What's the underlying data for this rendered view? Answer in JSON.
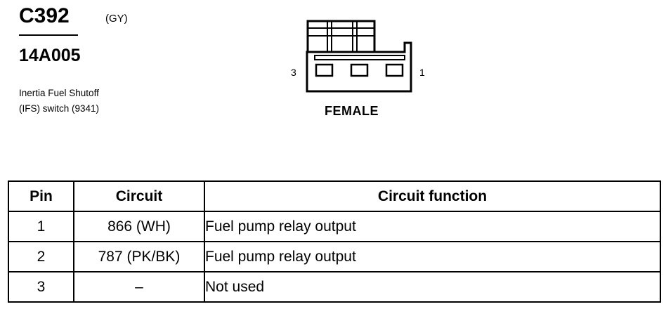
{
  "connector": {
    "id": "C392",
    "color_code": "(GY)",
    "part_number": "14A005",
    "description_line1": "Inertia Fuel Shutoff",
    "description_line2": "(IFS) switch (9341)"
  },
  "diagram": {
    "left_pin_label": "3",
    "right_pin_label": "1",
    "gender": "FEMALE"
  },
  "table": {
    "headers": [
      "Pin",
      "Circuit",
      "Circuit function"
    ],
    "rows": [
      {
        "pin": "1",
        "circuit": "866 (WH)",
        "function": "Fuel pump relay output"
      },
      {
        "pin": "2",
        "circuit": "787 (PK/BK)",
        "function": "Fuel pump relay output"
      },
      {
        "pin": "3",
        "circuit": "–",
        "function": "Not used"
      }
    ]
  }
}
